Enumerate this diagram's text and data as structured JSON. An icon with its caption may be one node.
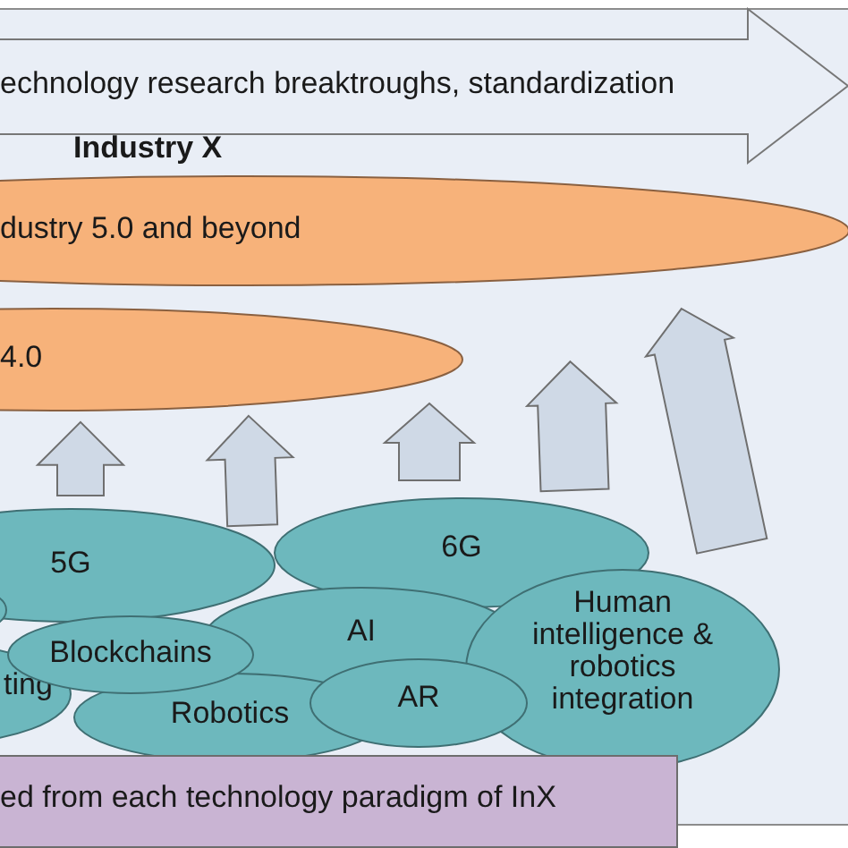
{
  "diagram": {
    "nodes": [
      {
        "text": [
          "echnology research breaktroughs, standardization"
        ]
      },
      {
        "text": [
          "dustry 5.0 and beyond"
        ]
      },
      {
        "text": [
          "4.0"
        ]
      },
      {
        "text": [
          "5G"
        ]
      },
      {
        "text": [
          "6G"
        ]
      },
      {
        "text": [],
        "shape": "ellipse"
      },
      {
        "text": [
          "AI"
        ]
      },
      {
        "text": [
          "Human intelligence & robotics integration"
        ]
      },
      {
        "text": [
          "Blockchains"
        ]
      },
      {
        "text": [
          "ting"
        ]
      },
      {
        "text": [
          "Robotics"
        ]
      },
      {
        "text": [
          "AR"
        ]
      },
      {
        "text": [
          "ed from each technology paradigm of InX"
        ]
      }
    ],
    "edges": [
      {
        "from": 3,
        "to": 2,
        "arrow": "to"
      },
      {
        "from": 3,
        "to": 2,
        "arrow": "to"
      },
      {
        "from": 4,
        "to": 2,
        "arrow": "to"
      },
      {
        "from": 4,
        "to": 1,
        "arrow": "to"
      },
      {
        "from": 7,
        "to": 1,
        "arrow": "to"
      }
    ],
    "labels": [
      "Industry X"
    ]
  }
}
